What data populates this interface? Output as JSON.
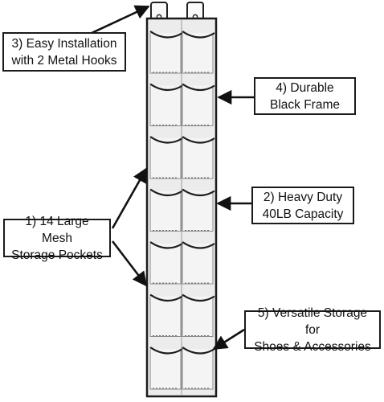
{
  "callouts": {
    "easy_installation": "3) Easy Installation\nwith 2 Metal Hooks",
    "durable_frame": "4) Durable\nBlack Frame",
    "heavy_duty": "2) Heavy Duty\n40LB Capacity",
    "mesh_pockets": "1) 14 Large Mesh\nStorage Pockets",
    "versatile_storage": "5) Versatile Storage for\nShoes & Accessories"
  },
  "organizer": {
    "pocket_columns": 2,
    "pocket_rows": 7,
    "hook_count": 2
  },
  "colors": {
    "fabric": "#ececec",
    "pocket": "#f4f4f4",
    "frame": "#1d1d1f",
    "border": "#1a1a1a",
    "arrow": "#111111"
  }
}
